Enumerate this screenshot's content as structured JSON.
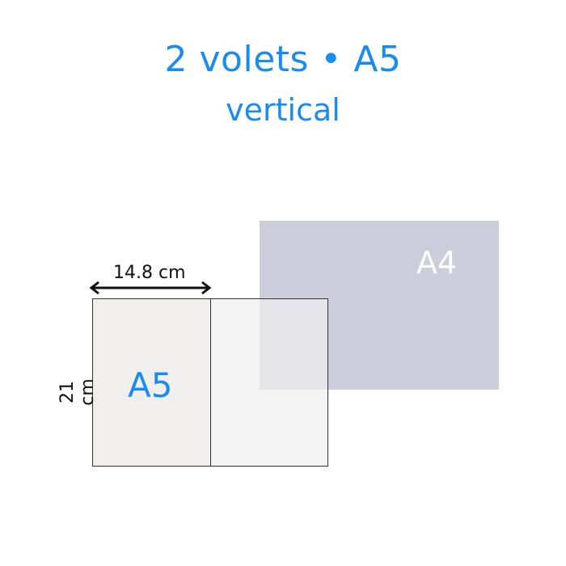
{
  "title": {
    "line1": "2 volets • A5",
    "line2": "vertical"
  },
  "diagram": {
    "a4_label": "A4",
    "a5_label": "A5",
    "width_dimension": "14.8 cm",
    "height_dimension": "21 cm",
    "colors": {
      "accent": "#1a8cf0",
      "a4_fill": "#cbcdda",
      "a5_fill": "#f0efee",
      "outline": "#333333"
    }
  }
}
